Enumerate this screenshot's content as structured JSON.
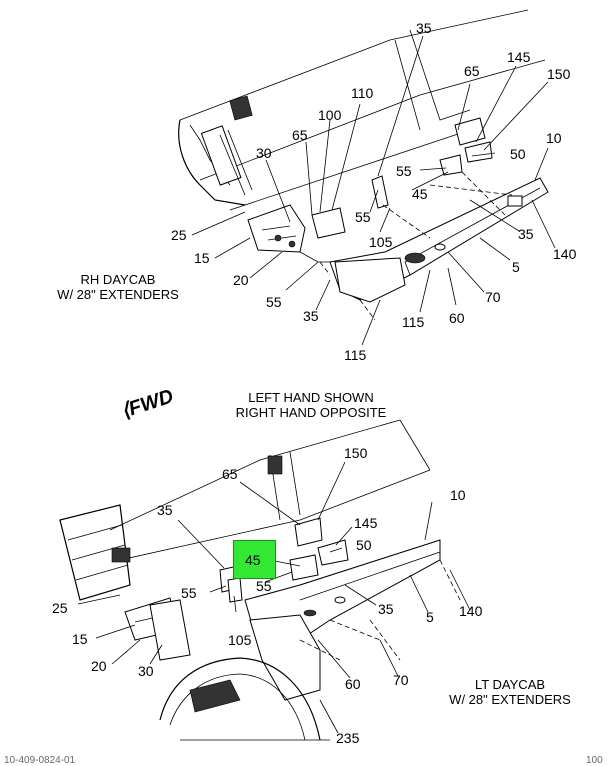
{
  "captions": {
    "rh_line1": "RH DAYCAB",
    "rh_line2": "W/ 28\" EXTENDERS",
    "lh_line1": "LEFT HAND SHOWN",
    "lh_line2": "RIGHT HAND OPPOSITE",
    "lt_line1": "LT DAYCAB",
    "lt_line2": "W/ 28\" EXTENDERS",
    "fwd": "FWD"
  },
  "highlight": {
    "label": "45",
    "color": "#33e833"
  },
  "top_callouts": {
    "c35a": "35",
    "c145": "145",
    "c150": "150",
    "c65": "65",
    "c110": "110",
    "c100": "100",
    "c65b": "65",
    "c30": "30",
    "c10": "10",
    "c50": "50",
    "c55a": "55",
    "c45": "45",
    "c25": "25",
    "c15": "15",
    "c20": "20",
    "c55b": "55",
    "c105": "105",
    "c35b": "35",
    "c140": "140",
    "c5": "5",
    "c70": "70",
    "c55c": "55",
    "c35c": "35",
    "c115a": "115",
    "c60": "60",
    "c115b": "115"
  },
  "bottom_callouts": {
    "c150": "150",
    "c65": "65",
    "c10": "10",
    "c35a": "35",
    "c145": "145",
    "c50": "50",
    "c55a": "55",
    "c55b": "55",
    "c25": "25",
    "c35b": "35",
    "c5": "5",
    "c140": "140",
    "c15": "15",
    "c105": "105",
    "c20": "20",
    "c30": "30",
    "c60": "60",
    "c70": "70",
    "c235": "235"
  },
  "footer": {
    "left": "10-409-0824-01",
    "right": "100"
  }
}
